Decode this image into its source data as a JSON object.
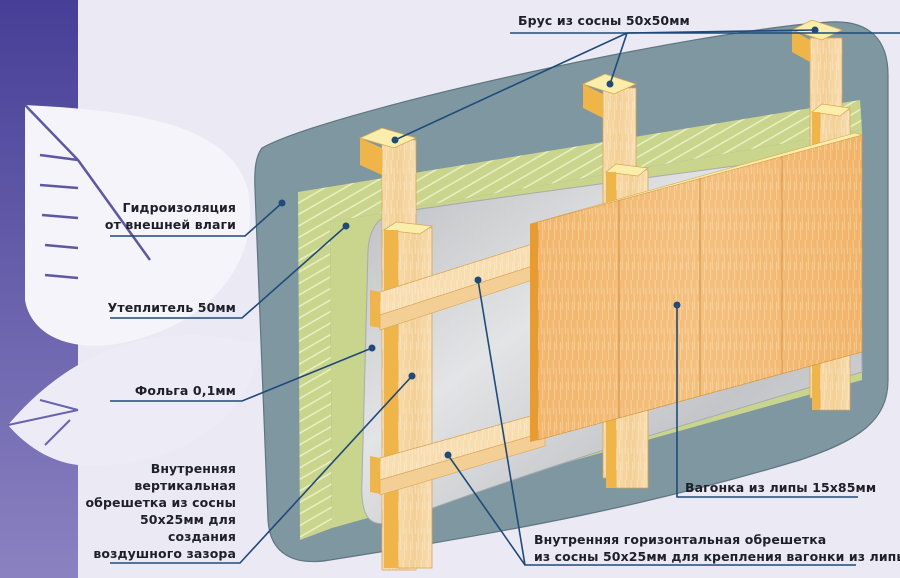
{
  "diagram": {
    "title": "Конструкция стены с обшивкой вагонкой из липы",
    "colors": {
      "background": "#ebeaf4",
      "side_band": "#5e57a6",
      "waterproofing": "#7e97a1",
      "insulation": "#c9d48c",
      "foil": "#c9ccce",
      "timber": "#f3c98c",
      "timber_end": "#fbeeab",
      "paneling": "#f2b56a",
      "leader_line": "#1f4a7a"
    },
    "labels": {
      "beam": "Брус из сосны 50х50мм",
      "waterproofing": [
        "Гидроизоляция",
        "от внешней влаги"
      ],
      "insulation": "Утеплитель 50мм",
      "foil": "Фольга 0,1мм",
      "vertical_battens": [
        "Внутренняя",
        "вертикальная",
        "обрешетка из сосны",
        "50х25мм для",
        "создания",
        "воздушного зазора"
      ],
      "paneling": "Вагонка из липы 15х85мм",
      "horizontal_battens": [
        "Внутренняя горизонтальная обрешетка",
        "из сосны 50х25мм для крепления вагонки из липы"
      ]
    },
    "layers": [
      "Гидроизоляция",
      "Утеплитель",
      "Брус из сосны",
      "Фольга",
      "Вертикальная обрешетка",
      "Горизонтальная обрешетка",
      "Вагонка"
    ]
  }
}
